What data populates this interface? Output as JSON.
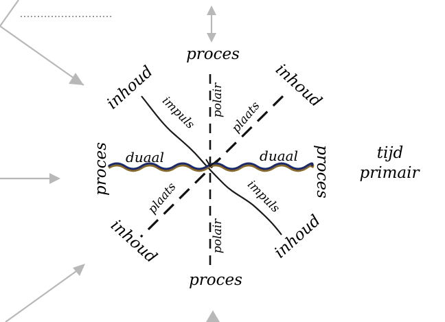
{
  "diagram": {
    "top_label": "proces",
    "bottom_label": "proces",
    "left_label": "proces",
    "right_label": "proces",
    "top_left_label": "inhoud",
    "top_right_label": "inhoud",
    "bottom_left_label": "inhoud",
    "bottom_right_label": "inhoud",
    "axis_vertical_top": "polair",
    "axis_vertical_bottom": "polair",
    "axis_horizontal_left": "duaal",
    "axis_horizontal_right": "duaal",
    "diag_plaats_upper": "plaats",
    "diag_plaats_lower": "plaats",
    "diag_impuls_upper": "impuls",
    "diag_impuls_lower": "impuls",
    "side_label_line1": "tijd",
    "side_label_line2": "primair"
  },
  "icons": {
    "arrow_color": "#b8b8b8",
    "wave_colors": [
      "#1b2a6b",
      "#8a6a2a",
      "#2a2a2a"
    ]
  }
}
